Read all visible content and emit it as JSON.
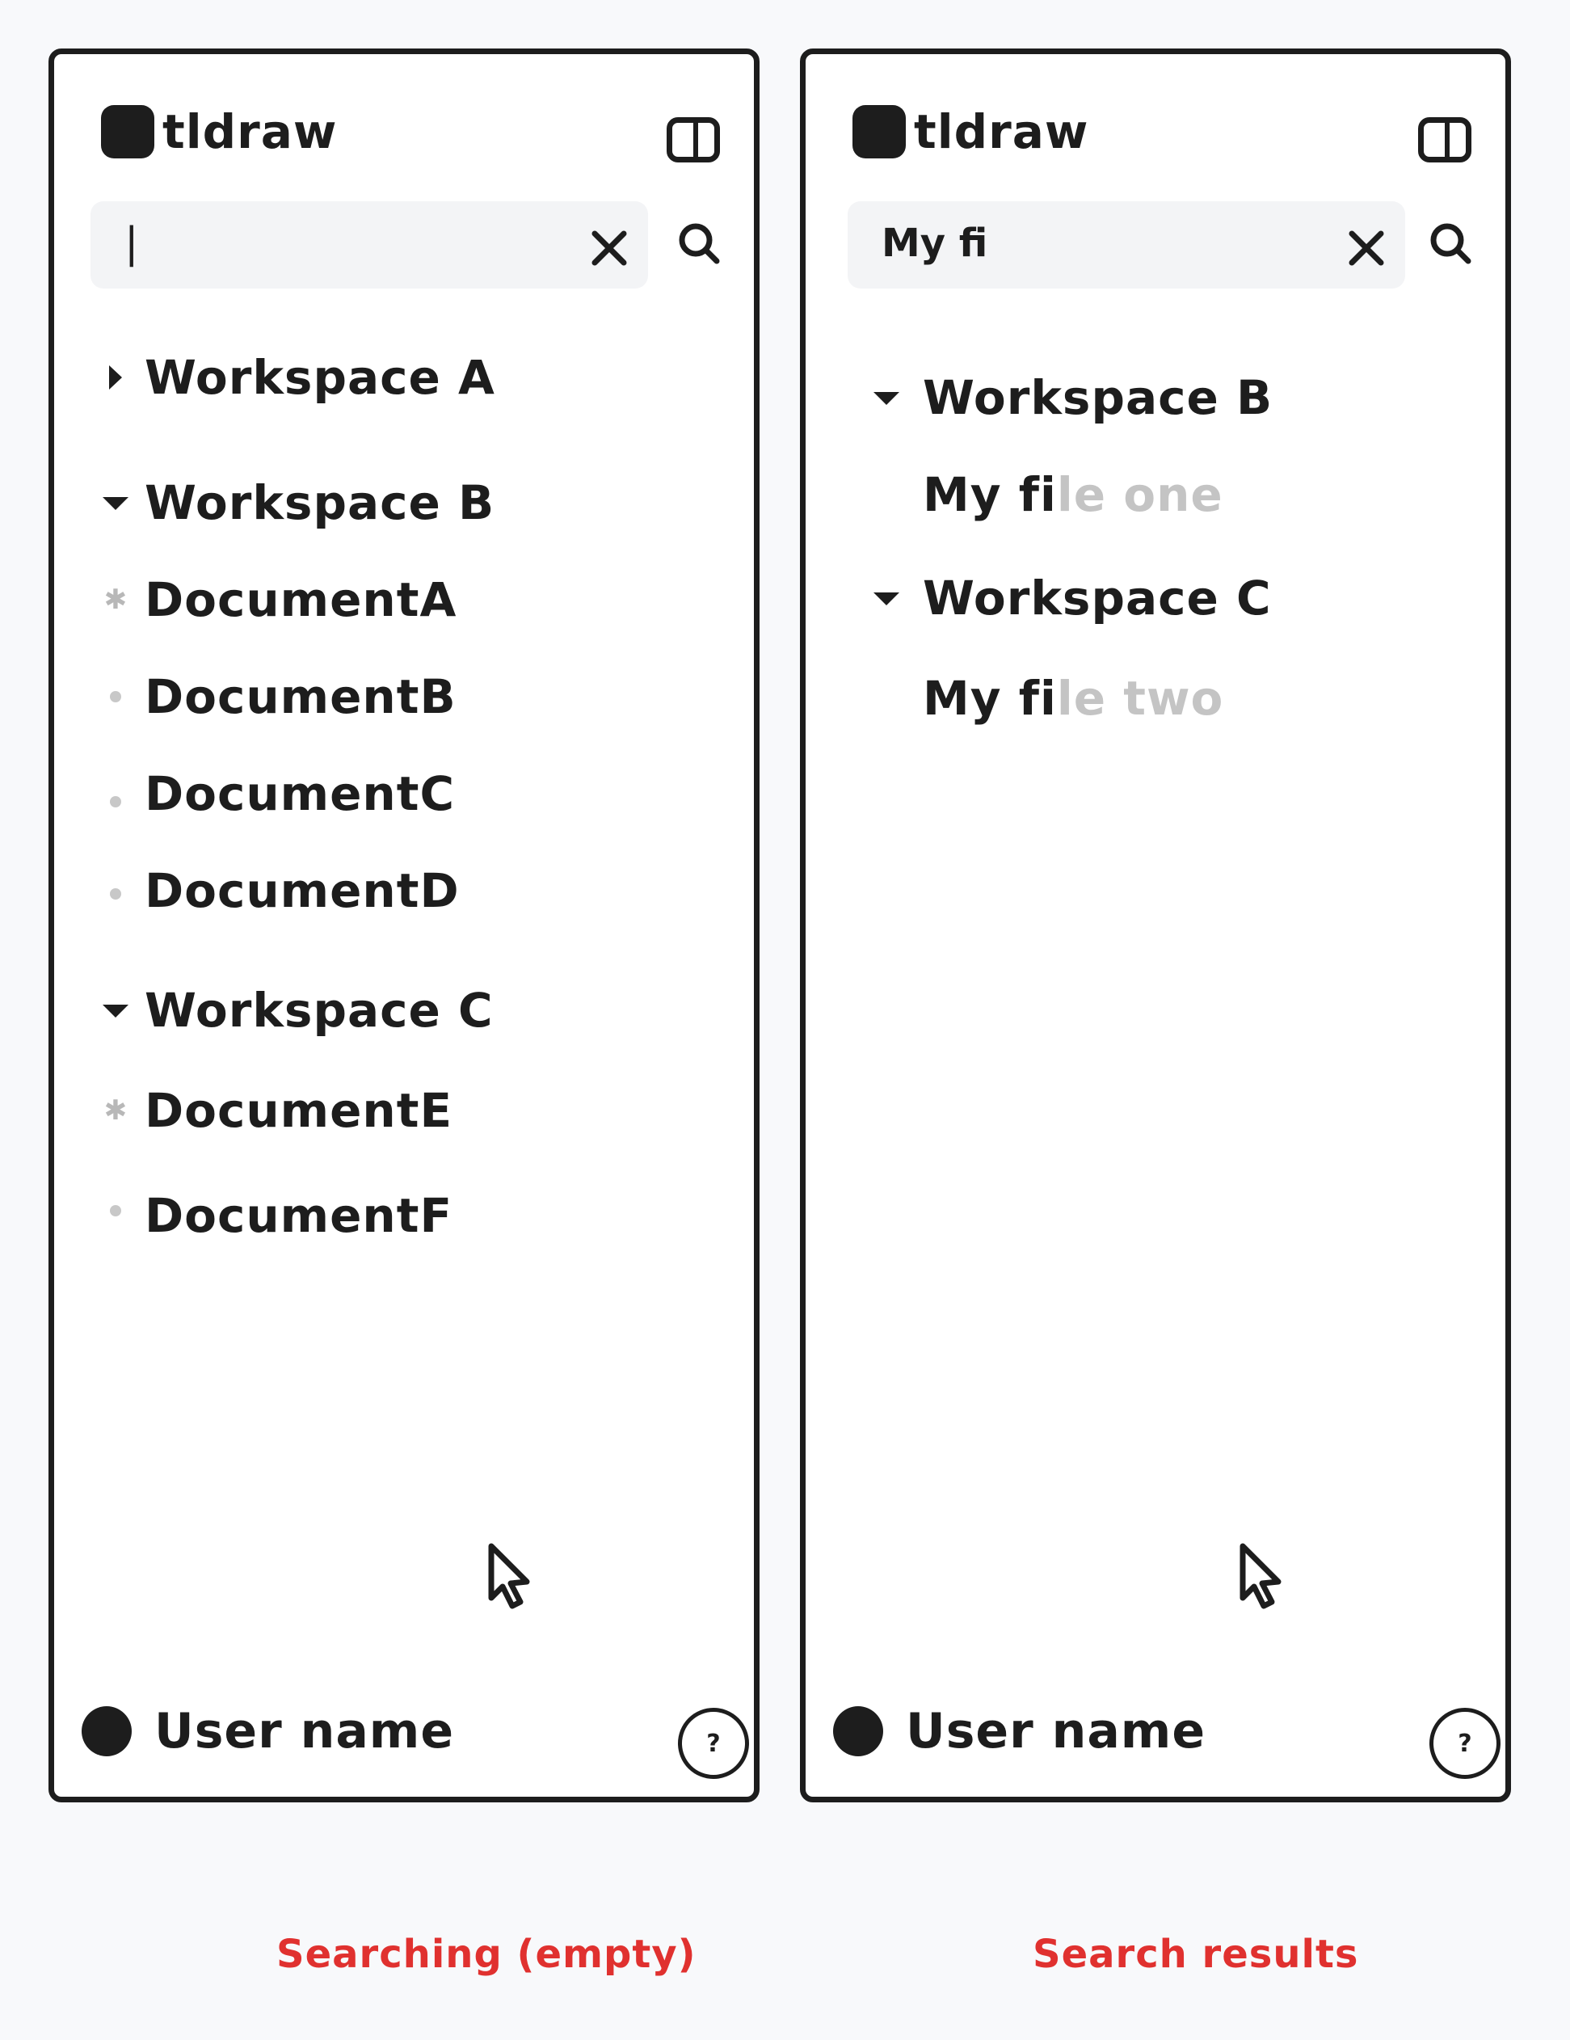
{
  "panels": [
    {
      "logo_text": "tldraw",
      "search_value": "",
      "caret": "|",
      "tree": [
        {
          "type": "workspace",
          "label": "Workspace A",
          "expanded": false
        },
        {
          "type": "workspace",
          "label": "Workspace B",
          "expanded": true
        },
        {
          "type": "document",
          "label": "DocumentA",
          "icon": "star-icon"
        },
        {
          "type": "document",
          "label": "DocumentB",
          "icon": "dot-icon"
        },
        {
          "type": "document",
          "label": "DocumentC",
          "icon": "dot-icon"
        },
        {
          "type": "document",
          "label": "DocumentD",
          "icon": "dot-icon"
        },
        {
          "type": "workspace",
          "label": "Workspace C",
          "expanded": true
        },
        {
          "type": "document",
          "label": "DocumentE",
          "icon": "star-icon"
        },
        {
          "type": "document",
          "label": "DocumentF",
          "icon": "dot-icon"
        }
      ],
      "user_name": "User name",
      "help_label": "?",
      "caption": "Searching (empty)"
    },
    {
      "logo_text": "tldraw",
      "search_value": "My fi",
      "tree": [
        {
          "type": "workspace",
          "label": "Workspace B",
          "expanded": true
        },
        {
          "type": "result",
          "match": "My fi",
          "rest": "le one"
        },
        {
          "type": "workspace",
          "label": "Workspace C",
          "expanded": true
        },
        {
          "type": "result",
          "match": "My fi",
          "rest": "le two"
        }
      ],
      "user_name": "User name",
      "help_label": "?",
      "caption": "Search results"
    }
  ],
  "colors": {
    "ink": "#1d1d1d",
    "caption": "#e0312f",
    "muted": "#c4c4c4",
    "search_bg": "#f3f4f6",
    "page_bg": "#f8f9fb"
  }
}
